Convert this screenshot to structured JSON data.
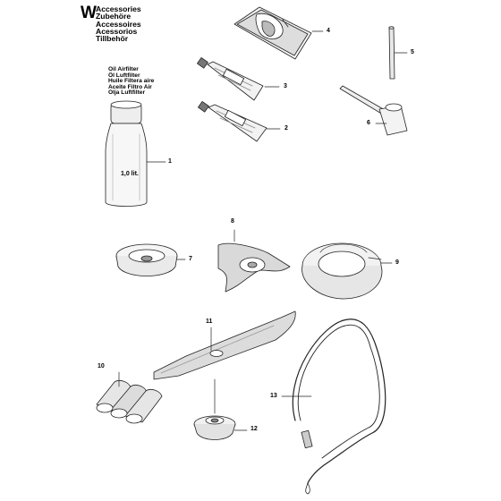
{
  "section": {
    "letter": "W",
    "titles": [
      "Accessories",
      "Zubehöre",
      "Accessoires",
      "Acessorios",
      "Tillbehör"
    ]
  },
  "product_label": [
    "Oil Airfilter",
    "Öl Luftfilter",
    "Huile Filtera aire",
    "Aceite Filtro Air",
    "Olja Luftfilter"
  ],
  "bottle_volume": "1,0 lit.",
  "callouts": [
    "1",
    "2",
    "3",
    "4",
    "5",
    "6",
    "7",
    "8",
    "9",
    "10",
    "11",
    "12",
    "13"
  ]
}
